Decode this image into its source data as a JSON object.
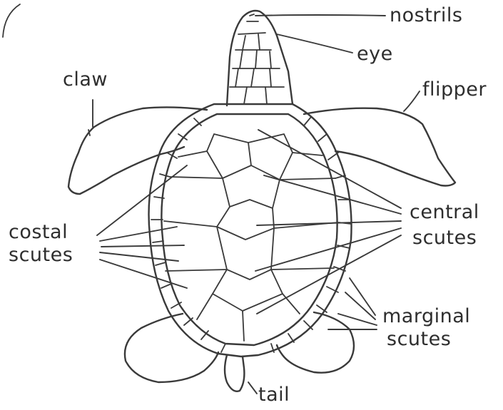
{
  "labels": {
    "nostrils": "nostrils",
    "eye": "eye",
    "claw": "claw",
    "flipper": "flipper",
    "costal_line1": "costal",
    "costal_line2": "scutes",
    "central_line1": "central",
    "central_line2": "scutes",
    "marginal_line1": "marginal",
    "marginal_line2": "scutes",
    "tail": "tail"
  },
  "colors": {
    "ink": "#3a3a3a",
    "paper": "#ffffff"
  }
}
